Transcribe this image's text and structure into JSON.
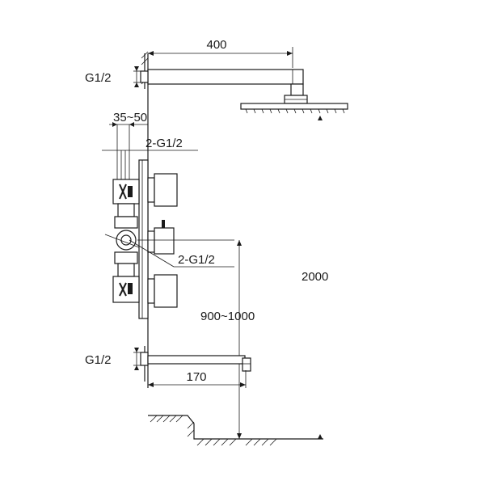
{
  "drawing": {
    "labels": {
      "arm_length": "400",
      "top_inlet": "G1/2",
      "valve_depth": "35~50",
      "valve_inlets_top": "2-G1/2",
      "valve_inlets_side": "2-G1/2",
      "total_height": "2000",
      "spout_height": "900~1000",
      "spout_inlet": "G1/2",
      "spout_length": "170"
    },
    "colors": {
      "line": "#1a1a1a",
      "background": "#ffffff"
    }
  }
}
